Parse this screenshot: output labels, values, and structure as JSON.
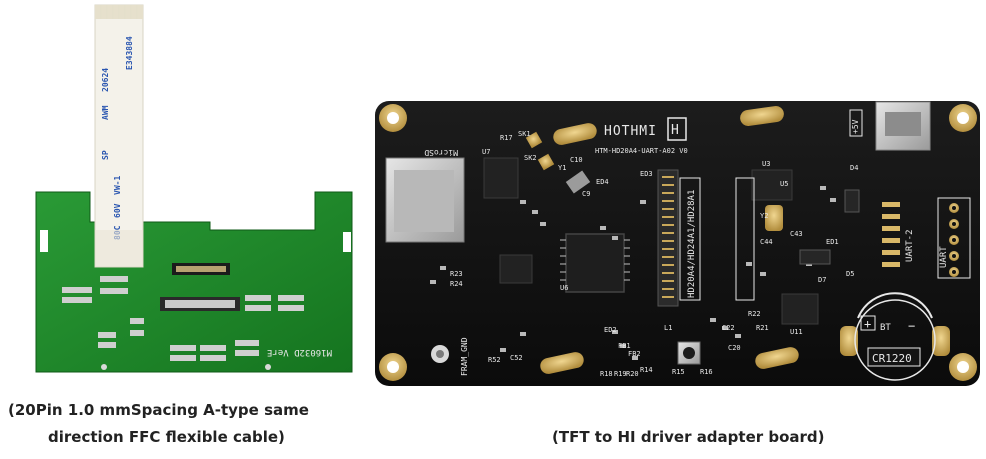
{
  "captions": {
    "left_line1": "(20Pin 1.0 mmSpacing A-type same",
    "left_line2": "direction FFC flexible cable)",
    "right": "(TFT to HI driver adapter board)"
  },
  "left_board": {
    "board_label": "M16032D VerE",
    "cable_prints": [
      "SP",
      "AWM",
      "20624",
      "80C",
      "60V",
      "VW-1",
      "E343884"
    ]
  },
  "right_board": {
    "brand": "HOTHMI",
    "model": "HTM-HD20A4-UART-A02  V0",
    "fpc_label": "HD20A4/HD24A1/HD28A1",
    "microsd": "MicroSD",
    "uart_label": "UART-2",
    "uart_side": "UART",
    "battery": "CR1220",
    "battery_bt": "BT",
    "frame_gnd": "FRAM_GND",
    "power_label": "+5V",
    "plus_sign": "+",
    "minus_sign": "−",
    "refdes": [
      "U7",
      "U3",
      "U5",
      "U6",
      "U11",
      "Y1",
      "Y2",
      "D4",
      "D5",
      "D7",
      "ED1",
      "ED2",
      "ED3",
      "ED4",
      "L1",
      "R52",
      "C52",
      "C10",
      "C9",
      "C43",
      "C44",
      "R21",
      "R22",
      "SK1",
      "SK2",
      "FB1",
      "FB2",
      "C22",
      "C20",
      "R14",
      "R15",
      "R16",
      "R24",
      "R23",
      "R17",
      "R18",
      "R19",
      "R20"
    ]
  },
  "colors": {
    "pcb_green": "#1f8a2c",
    "pcb_black": "#141414",
    "gold": "#d6b66a",
    "cable_white": "#f4f2ea",
    "cable_blue": "#2a56b0"
  }
}
